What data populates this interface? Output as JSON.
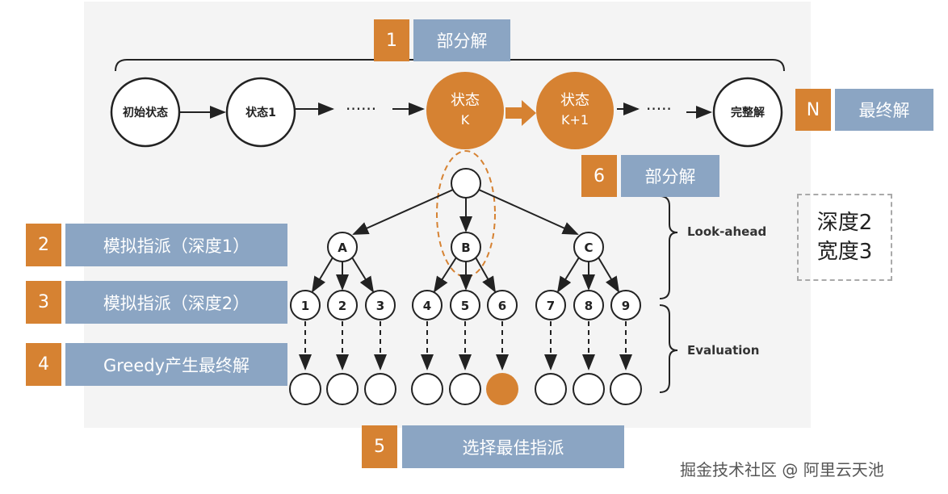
{
  "chain": {
    "initial": "初始状态",
    "state1": "状态1",
    "dots1": "······",
    "stateK_line1": "状态",
    "stateK_line2": "K",
    "stateK1_line1": "状态",
    "stateK1_line2": "K+1",
    "dots2": "·····",
    "final": "完整解"
  },
  "tree": {
    "level1": [
      "A",
      "B",
      "C"
    ],
    "level2": [
      "1",
      "2",
      "3",
      "4",
      "5",
      "6",
      "7",
      "8",
      "9"
    ]
  },
  "callouts": [
    {
      "num": "1",
      "label": "部分解"
    },
    {
      "num": "N",
      "label": "最终解"
    },
    {
      "num": "6",
      "label": "部分解"
    },
    {
      "num": "2",
      "label": "模拟指派（深度1）"
    },
    {
      "num": "3",
      "label": "模拟指派（深度2）"
    },
    {
      "num": "4",
      "label": "Greedy产生最终解"
    },
    {
      "num": "5",
      "label": "选择最佳指派"
    }
  ],
  "braces": {
    "lookahead": "Look-ahead",
    "evaluation": "Evaluation"
  },
  "dims": {
    "line1": "深度2",
    "line2": "宽度3"
  },
  "watermark": "掘金技术社区 @ 阿里云天池",
  "colors": {
    "accent_orange": "#d68232",
    "label_blue": "#8ba5c3",
    "panel_gray": "#f4f4f4"
  }
}
